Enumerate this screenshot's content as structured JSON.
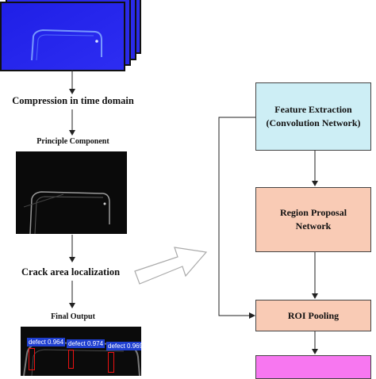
{
  "left_flow": {
    "compression_label": "Compression in time domain",
    "principle_label": "Principle Component",
    "crack_label": "Crack area localization",
    "final_label": "Final Output"
  },
  "detections": [
    {
      "label": "defect 0.964"
    },
    {
      "label": "defect 0.974"
    },
    {
      "label": "defect 0.969"
    }
  ],
  "right_flow": {
    "feature_line1": "Feature Extraction",
    "feature_line2": "(Convolution Network)",
    "rpn_line1": "Region Proposal",
    "rpn_line2": "Network",
    "roi_label": "ROI Pooling"
  },
  "colors": {
    "feature_box": "#cdeef5",
    "rpn_box": "#f9cbb5",
    "roi_box": "#f9cbb5",
    "output_box": "#f777f0",
    "thermal_stack": "#2626ee"
  }
}
